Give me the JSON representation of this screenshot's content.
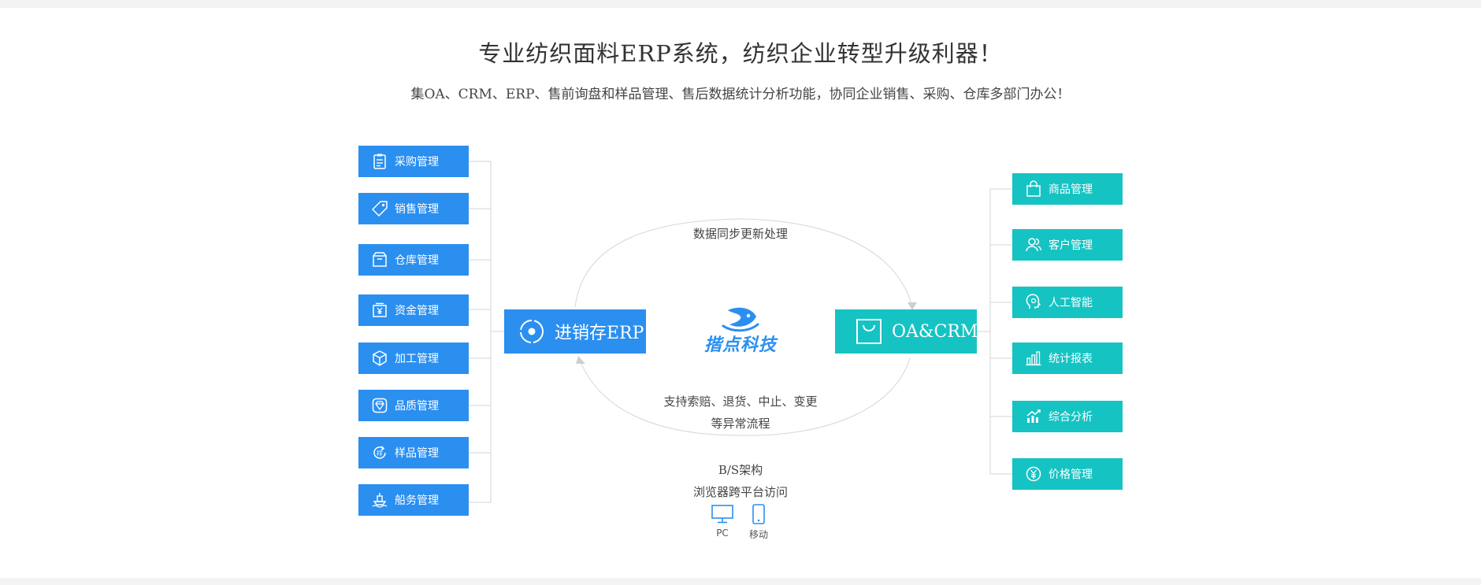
{
  "headline": "专业纺织面料ERP系统，纺织企业转型升级利器！",
  "subline": "集OA、CRM、ERP、售前询盘和样品管理、售后数据统计分析功能，协同企业销售、采购、仓库多部门办公！",
  "left_modules": [
    {
      "label": "采购管理",
      "icon": "clipboard-icon"
    },
    {
      "label": "销售管理",
      "icon": "tag-icon"
    },
    {
      "label": "仓库管理",
      "icon": "warehouse-box-icon"
    },
    {
      "label": "资金管理",
      "icon": "yuan-box-icon"
    },
    {
      "label": "加工管理",
      "icon": "cube-icon"
    },
    {
      "label": "品质管理",
      "icon": "diamond-icon"
    },
    {
      "label": "样品管理",
      "icon": "sample-stamp-icon"
    },
    {
      "label": "船务管理",
      "icon": "ship-icon"
    }
  ],
  "right_modules": [
    {
      "label": "商品管理",
      "icon": "shopping-bag-icon"
    },
    {
      "label": "客户管理",
      "icon": "users-icon"
    },
    {
      "label": "人工智能",
      "icon": "ai-head-icon"
    },
    {
      "label": "统计报表",
      "icon": "bar-chart-icon"
    },
    {
      "label": "综合分析",
      "icon": "trend-chart-icon"
    },
    {
      "label": "价格管理",
      "icon": "price-yuan-icon"
    }
  ],
  "hub_left": {
    "label": "进销存ERP",
    "icon": "target-icon"
  },
  "hub_right": {
    "label": "OA&CRM",
    "icon": "bag-icon"
  },
  "loop_top": "数据同步更新处理",
  "loop_bottom_line1": "支持索赔、退货、中止、变更",
  "loop_bottom_line2": "等异常流程",
  "logo_text": "揩点科技",
  "arch_line1": "B/S架构",
  "arch_line2": "浏览器跨平台访问",
  "devices": [
    {
      "label": "PC",
      "icon": "monitor-icon"
    },
    {
      "label": "移动",
      "icon": "phone-icon"
    }
  ],
  "colors": {
    "blue": "#2b8ff0",
    "teal": "#16c3c3",
    "line": "#d6d6d6"
  }
}
